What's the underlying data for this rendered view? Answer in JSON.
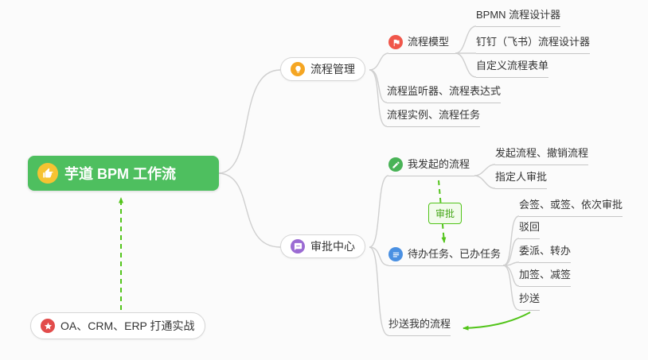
{
  "root": {
    "label": "芋道 BPM 工作流"
  },
  "process": {
    "label": "流程管理",
    "model": {
      "label": "流程模型"
    },
    "model_children": [
      {
        "label": "BPMN 流程设计器"
      },
      {
        "label": "钉钉（飞书）流程设计器"
      },
      {
        "label": "自定义流程表单"
      }
    ],
    "listener": {
      "label": "流程监听器、流程表达式"
    },
    "instance": {
      "label": "流程实例、流程任务"
    }
  },
  "approval": {
    "label": "审批中心",
    "initiated": {
      "label": "我发起的流程"
    },
    "initiated_children": [
      {
        "label": "发起流程、撤销流程"
      },
      {
        "label": "指定人审批"
      }
    ],
    "tasks": {
      "label": "待办任务、已办任务"
    },
    "tasks_children": [
      {
        "label": "会签、或签、依次审批"
      },
      {
        "label": "驳回"
      },
      {
        "label": "委派、转办"
      },
      {
        "label": "加签、减签"
      },
      {
        "label": "抄送"
      }
    ],
    "cc": {
      "label": "抄送我的流程"
    },
    "badge": {
      "label": "审批"
    }
  },
  "practice": {
    "label": "OA、CRM、ERP 打通实战"
  },
  "colors": {
    "root_bg": "#4EBF5F",
    "connector": "#CFCFCF",
    "arrow_green": "#52C41A",
    "icon_yellow": "#F6C332",
    "icon_orange": "#F5A623",
    "icon_red": "#F0564A",
    "icon_green": "#49B357",
    "icon_blue": "#4A90E2",
    "icon_purple": "#9B6BD3",
    "icon_star_red": "#E24C4B"
  }
}
